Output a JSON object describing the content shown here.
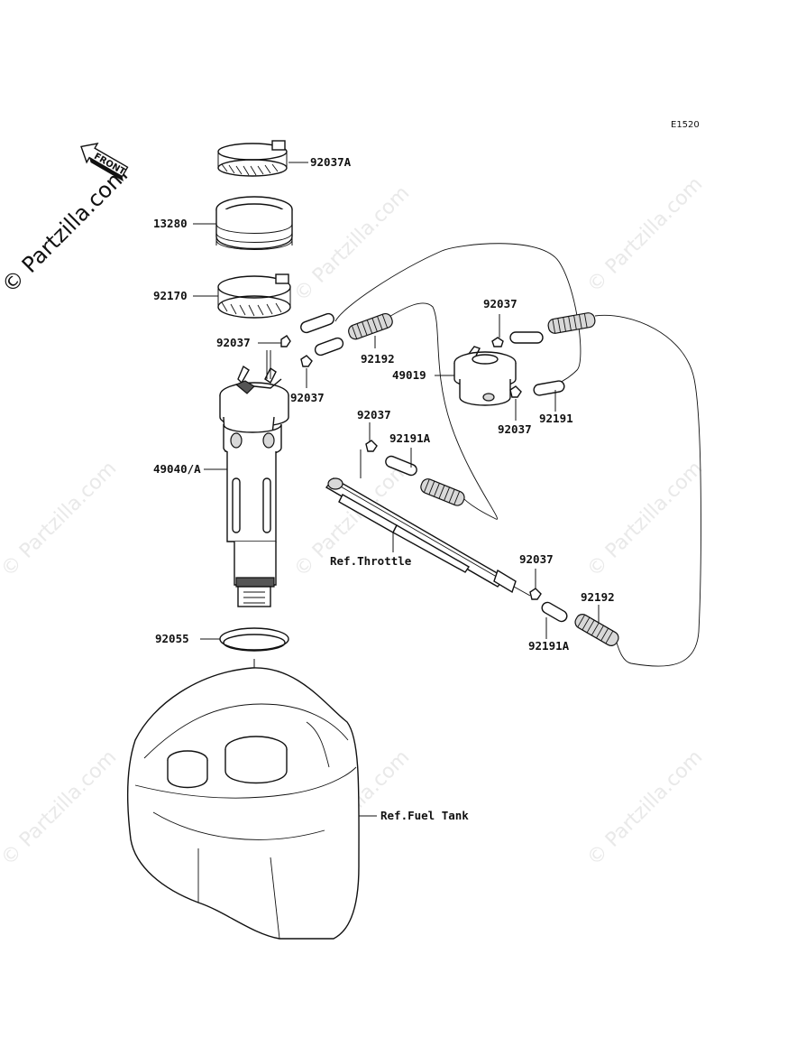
{
  "diagram_code": "E1520",
  "front_label": "FRONT",
  "watermark_text": "© Partzilla.com",
  "labels": {
    "p92037A": "92037A",
    "p13280": "13280",
    "p92170": "92170",
    "p92037_a": "92037",
    "p92037_b": "92037",
    "p92192_a": "92192",
    "p49040": "49040/A",
    "p92037_c": "92037",
    "p49019": "49019",
    "p92037_d": "92037",
    "p92191": "92191",
    "p92037_e": "92037",
    "p92191A_a": "92191A",
    "ref_throttle": "Ref.Throttle",
    "p92037_f": "92037",
    "p92192_b": "92192",
    "p92191A_b": "92191A",
    "p92055": "92055",
    "ref_fuel_tank": "Ref.Fuel Tank"
  },
  "colors": {
    "line": "#111111",
    "watermark": "#e9e9e9",
    "background": "#ffffff"
  }
}
